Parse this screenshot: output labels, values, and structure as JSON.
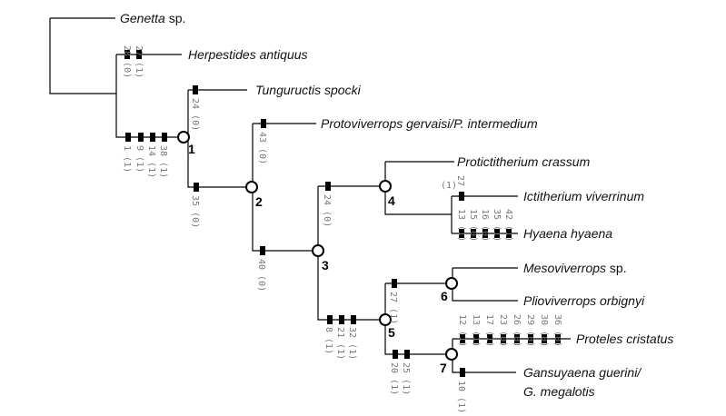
{
  "taxa": [
    {
      "name": "Genetta",
      "suffix": " sp."
    },
    {
      "name": "Herpestides antiquus",
      "suffix": ""
    },
    {
      "name": "Tunguructis spocki",
      "suffix": ""
    },
    {
      "name": "Protoviverrops gervaisi/P. intermedium",
      "suffix": ""
    },
    {
      "name": "Protictitherium crassum",
      "suffix": ""
    },
    {
      "name": "Ictitherium viverrinum",
      "suffix": ""
    },
    {
      "name": "Hyaena hyaena",
      "suffix": ""
    },
    {
      "name": "Mesoviverrops",
      "suffix": " sp."
    },
    {
      "name": "Plioviverrops orbignyi",
      "suffix": ""
    },
    {
      "name": "Proteles cristatus",
      "suffix": ""
    },
    {
      "name": "Gansuyaena guerini/",
      "suffix": ""
    },
    {
      "name": "G. megalotis",
      "suffix": ""
    }
  ],
  "nodes": [
    "1",
    "2",
    "3",
    "4",
    "5",
    "6",
    "7"
  ],
  "characters": {
    "herpestides": [
      "27 (1)",
      "28 (0)"
    ],
    "tunguricits": [
      "24 (0)"
    ],
    "node1": [
      "1 (1)",
      "9 (1)",
      "14 (1)",
      "38 (1)"
    ],
    "protoviverrops": [
      "43 (0)"
    ],
    "node2": [
      "35 (0)"
    ],
    "node3a": [
      "24 (0)"
    ],
    "node3b": [
      "40 (0)"
    ],
    "node4": [
      "27",
      "(1)"
    ],
    "hyaena": [
      "13 (1)",
      "15 (0)",
      "16 (0)",
      "35 (1)",
      "42 (1)"
    ],
    "node5a": [
      "27 (1)"
    ],
    "node5b": [
      "8 (1)",
      "21 (1)",
      "32 (1)"
    ],
    "proteles": [
      "12 (1)",
      "13 (1)",
      "17 (1)",
      "23 (0)",
      "26 (0)",
      "29 (0)",
      "30 (0)",
      "36 (0)"
    ],
    "node7b": [
      "20 (1)",
      "25 (1)"
    ],
    "gansuyaena": [
      "10 (1)"
    ]
  }
}
